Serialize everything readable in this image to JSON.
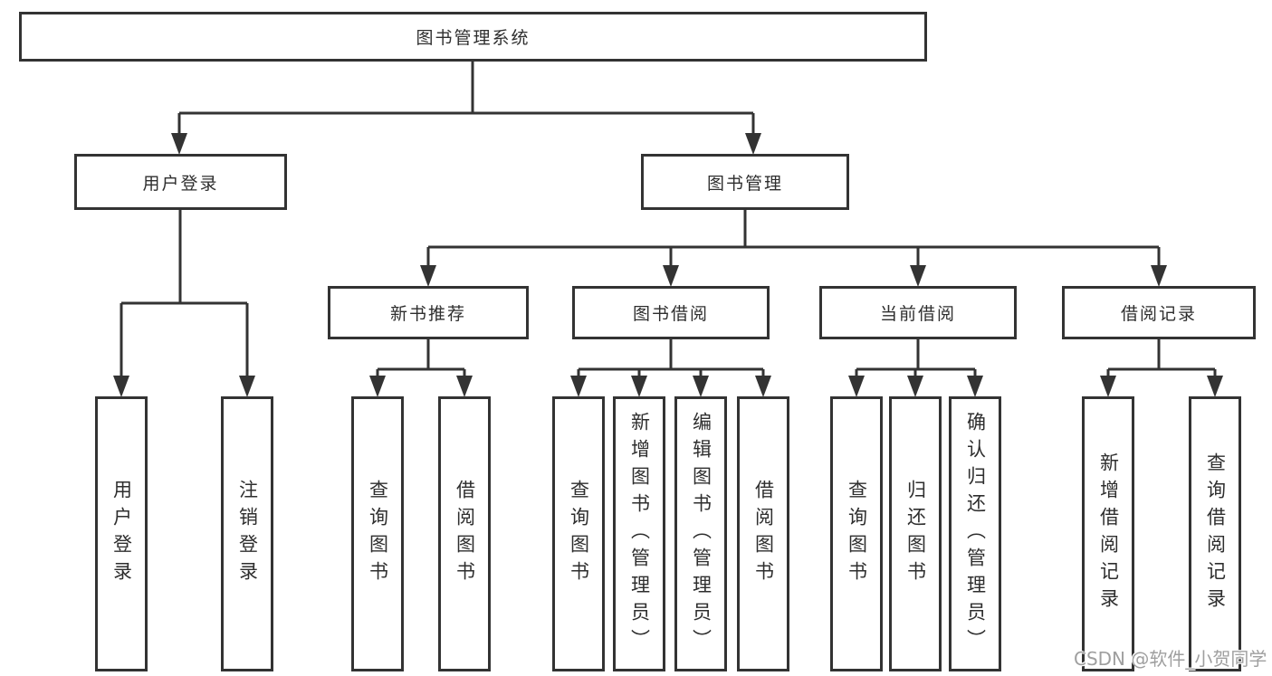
{
  "tree": {
    "root": {
      "label": "图书管理系统"
    },
    "branches": [
      {
        "label": "用户登录",
        "children": [
          {
            "label": "用户登录"
          },
          {
            "label": "注销登录"
          }
        ]
      },
      {
        "label": "图书管理",
        "children": [
          {
            "label": "新书推荐",
            "children": [
              {
                "label": "查询图书"
              },
              {
                "label": "借阅图书"
              }
            ]
          },
          {
            "label": "图书借阅",
            "children": [
              {
                "label": "查询图书"
              },
              {
                "label": "新增图书（管理员）"
              },
              {
                "label": "编辑图书（管理员）"
              },
              {
                "label": "借阅图书"
              }
            ]
          },
          {
            "label": "当前借阅",
            "children": [
              {
                "label": "查询图书"
              },
              {
                "label": "归还图书"
              },
              {
                "label": "确认归还（管理员）"
              }
            ]
          },
          {
            "label": "借阅记录",
            "children": [
              {
                "label": "新增借阅记录"
              },
              {
                "label": "查询借阅记录"
              }
            ]
          }
        ]
      }
    ]
  },
  "watermark": {
    "text": "CSDN @软件_小贺同学",
    "color": "#9f9f9f"
  },
  "colors": {
    "line": "#333333",
    "box_border": "#333333",
    "text": "#2e2e2e",
    "background": "#ffffff"
  }
}
